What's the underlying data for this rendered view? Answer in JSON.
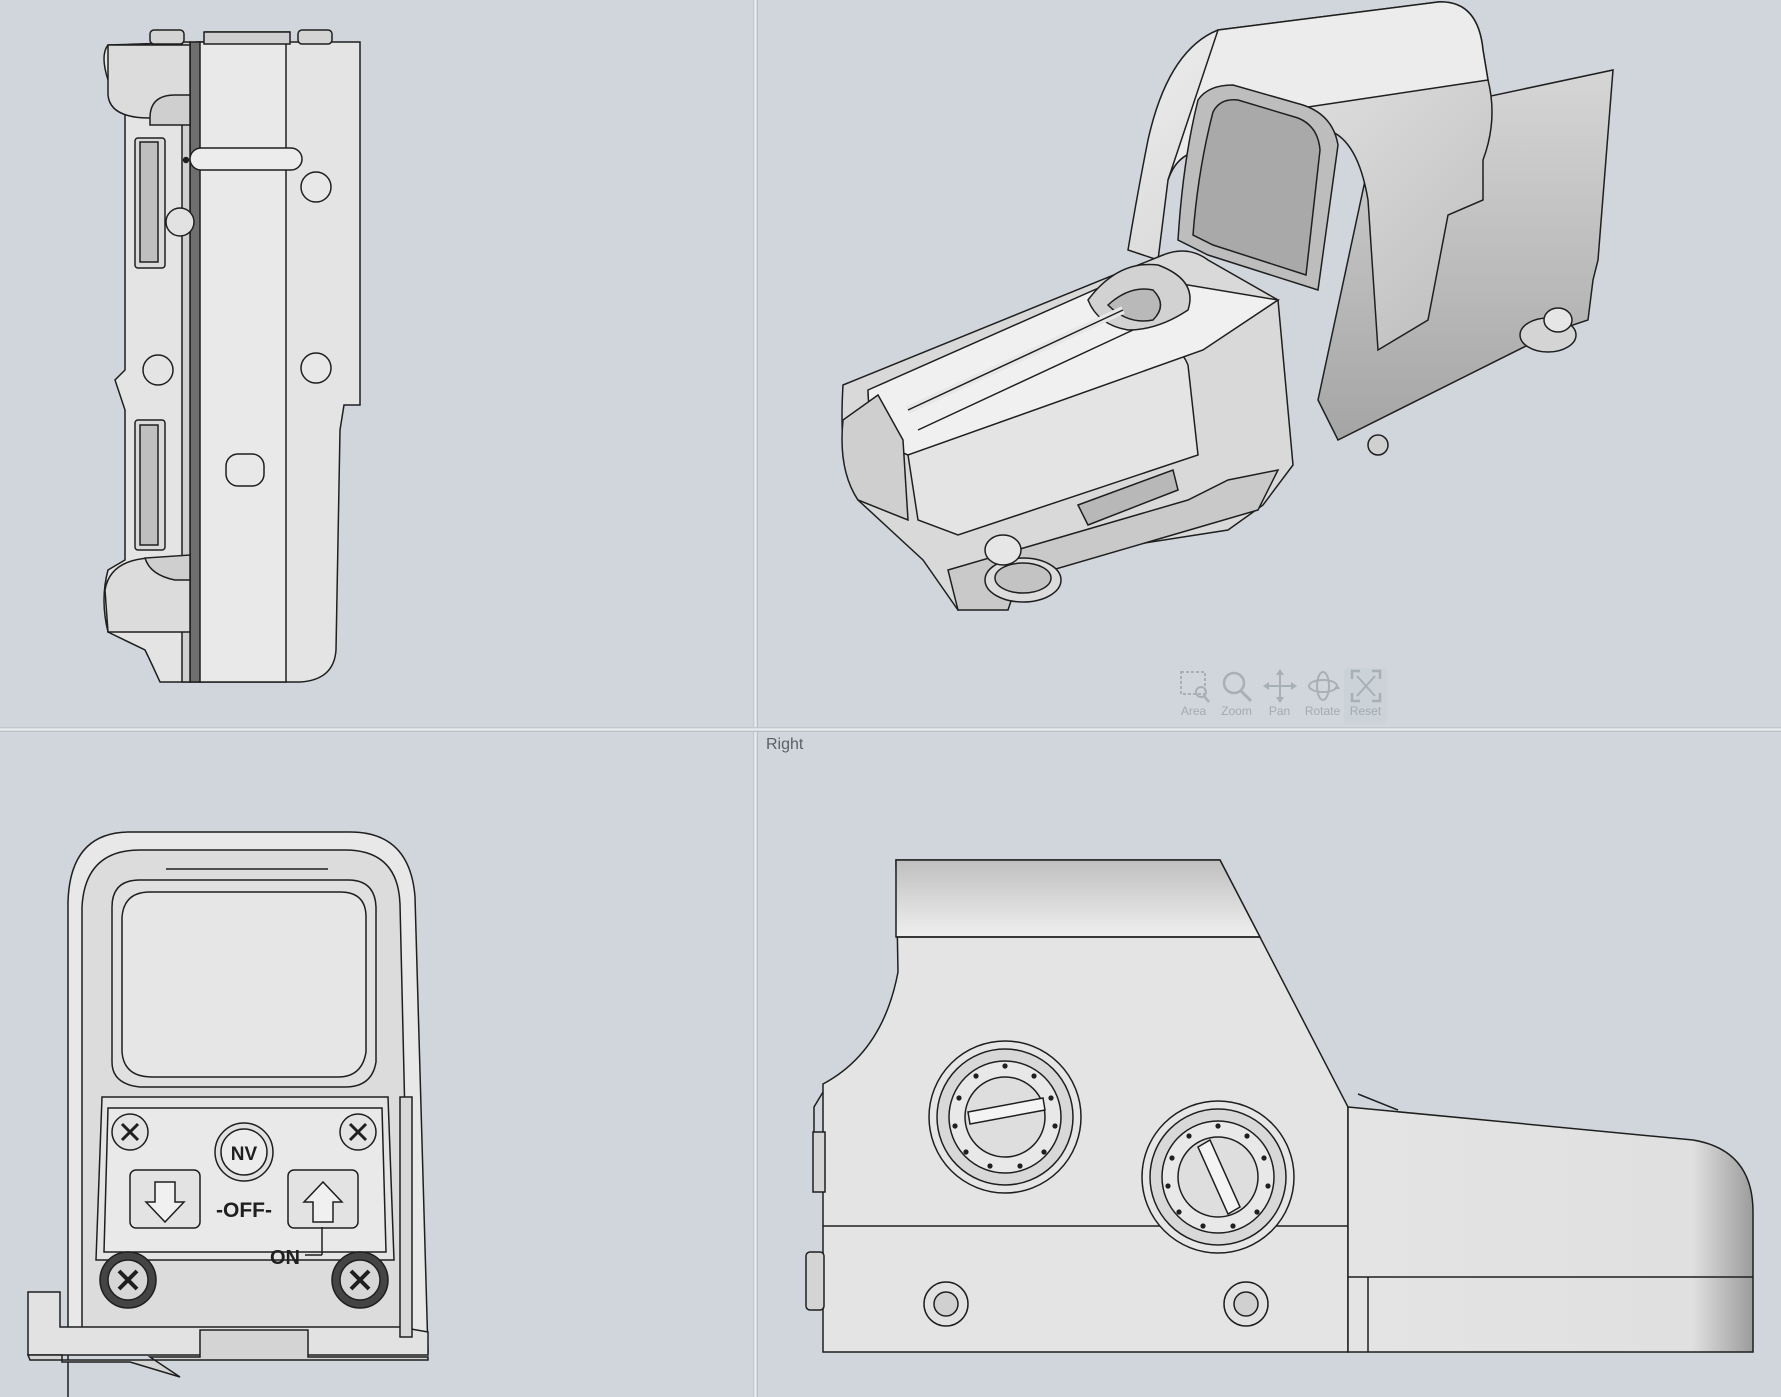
{
  "viewports": {
    "top_left": {
      "label": ""
    },
    "top_right": {
      "label": ""
    },
    "bottom_left": {
      "label": ""
    },
    "bottom_right": {
      "label": "Right"
    }
  },
  "toolbar": {
    "tools": [
      {
        "label": "Area",
        "icon": "area-zoom-icon"
      },
      {
        "label": "Zoom",
        "icon": "magnifier-icon"
      },
      {
        "label": "Pan",
        "icon": "pan-arrows-icon"
      },
      {
        "label": "Rotate",
        "icon": "rotate-orbit-icon"
      },
      {
        "label": "Reset",
        "icon": "reset-fit-icon"
      }
    ]
  },
  "front_panel": {
    "nv_label": "NV",
    "off_label": "-OFF-",
    "on_label": "ON"
  },
  "colors": {
    "background": "#d0d6db",
    "part_fill": "#e6e6e6",
    "part_shade": "#bdbdbd",
    "outline": "#1f1f1f"
  }
}
